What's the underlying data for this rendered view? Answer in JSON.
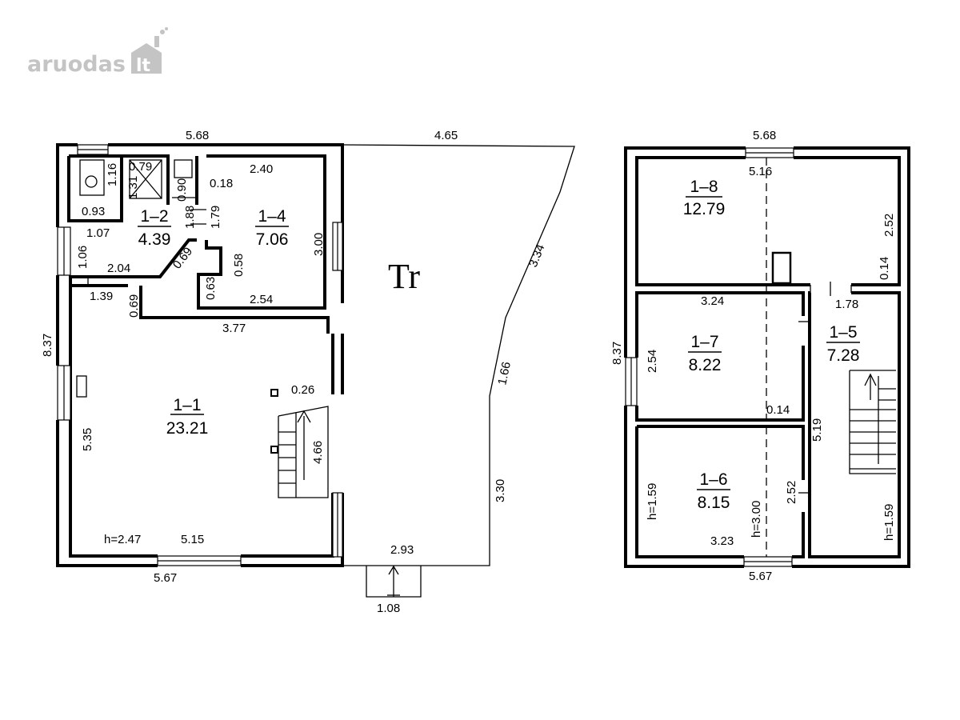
{
  "logo": {
    "name": "aruodas",
    "suffix": "lt",
    "icon": "house-chimney-icon",
    "color": "#c4c4c4"
  },
  "terrace_label": "Tr",
  "rooms": [
    {
      "id": "1–1",
      "area": "23.21"
    },
    {
      "id": "1–2",
      "area": "4.39"
    },
    {
      "id": "1–4",
      "area": "7.06"
    },
    {
      "id": "1–5",
      "area": "7.28"
    },
    {
      "id": "1–6",
      "area": "8.15"
    },
    {
      "id": "1–7",
      "area": "8.22"
    },
    {
      "id": "1–8",
      "area": "12.79"
    }
  ],
  "ground_dims": [
    "5.68",
    "4.65",
    "0.79",
    "1.16",
    "1.31",
    "0.90",
    "0.18",
    "2.40",
    "1.88",
    "1.79",
    "0.93",
    "1.07",
    "1.06",
    "2.04",
    "0.69",
    "3.00",
    "0.58",
    "0.63",
    "1.39",
    "0.69",
    "2.54",
    "3.77",
    "3.34",
    "8.37",
    "0.26",
    "4.66",
    "1.66",
    "5.35",
    "3.30",
    "h=2.47",
    "5.15",
    "2.93",
    "5.67",
    "1.08"
  ],
  "upper_dims": [
    "5.68",
    "5.16",
    "2.52",
    "0.14",
    "3.24",
    "1.78",
    "8.37",
    "2.54",
    "0.14",
    "5.19",
    "h=1.59",
    "2.52",
    "h=3.00",
    "h=1.59",
    "3.23",
    "5.67"
  ]
}
